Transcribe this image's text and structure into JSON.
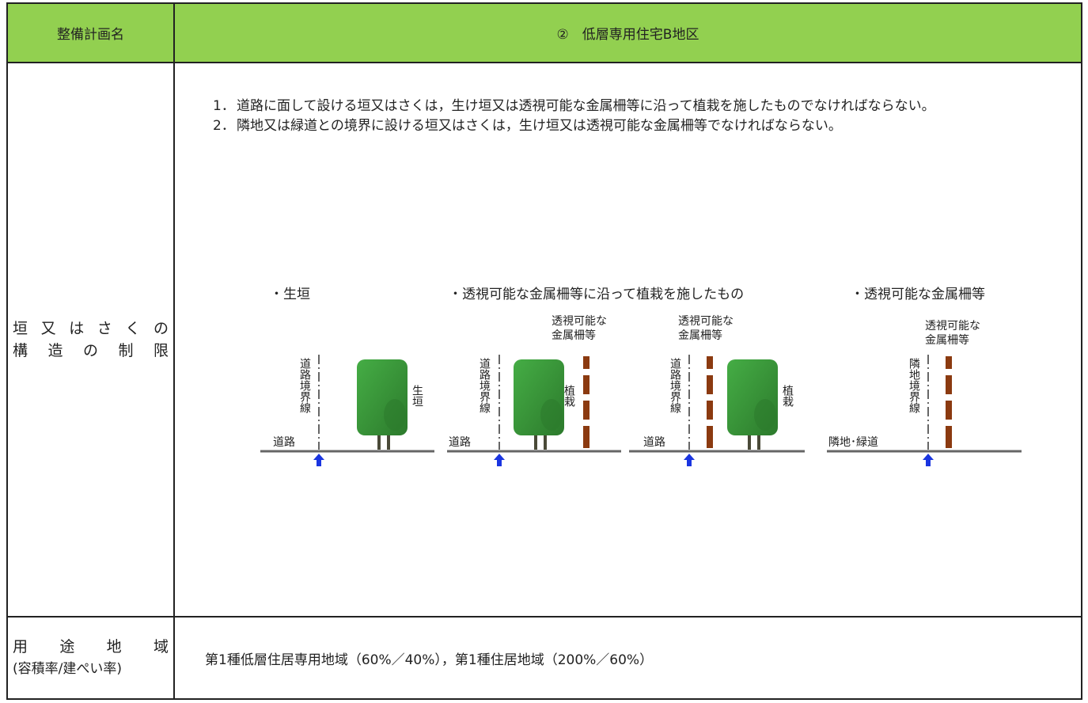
{
  "header": {
    "label": "整備計画名",
    "plan_name": "②　低層専用住宅B地区"
  },
  "fence_row": {
    "label_line1": "垣又はさくの",
    "label_line2": "構造の制限",
    "rules": [
      {
        "num": "1．",
        "text": "道路に面して設ける垣又はさくは，生け垣又は透視可能な金属柵等に沿って植栽を施したものでなければならない。"
      },
      {
        "num": "2．",
        "text": "隣地又は緑道との境界に設ける垣又はさくは，生け垣又は透視可能な金属柵等でなければならない。"
      }
    ],
    "diagram": {
      "heading_hedge": "・生垣",
      "heading_planting": "・透視可能な金属柵等に沿って植栽を施したもの",
      "heading_fence": "・透視可能な金属柵等",
      "fence_label_l1": "透視可能な",
      "fence_label_l2": "金属柵等",
      "road": "道路",
      "neighbor": "隣地･緑道",
      "road_boundary": "道路境界線",
      "neighbor_boundary": "隣地境界線",
      "hedge": "生垣",
      "planting": "植栽",
      "colors": {
        "tree": "#3a9a3a",
        "tree_dark": "#2c7a2c",
        "trunk": "#4a4a38",
        "fence": "#8b3a10",
        "ground": "#666666",
        "arrow": "#1a35e0"
      }
    }
  },
  "use_row": {
    "label_line1": "用途地域",
    "label_line2": "(容積率/建ぺい率)",
    "value": "第1種低層住居専用地域（60%／40%），第1種住居地域（200%／60%）"
  }
}
